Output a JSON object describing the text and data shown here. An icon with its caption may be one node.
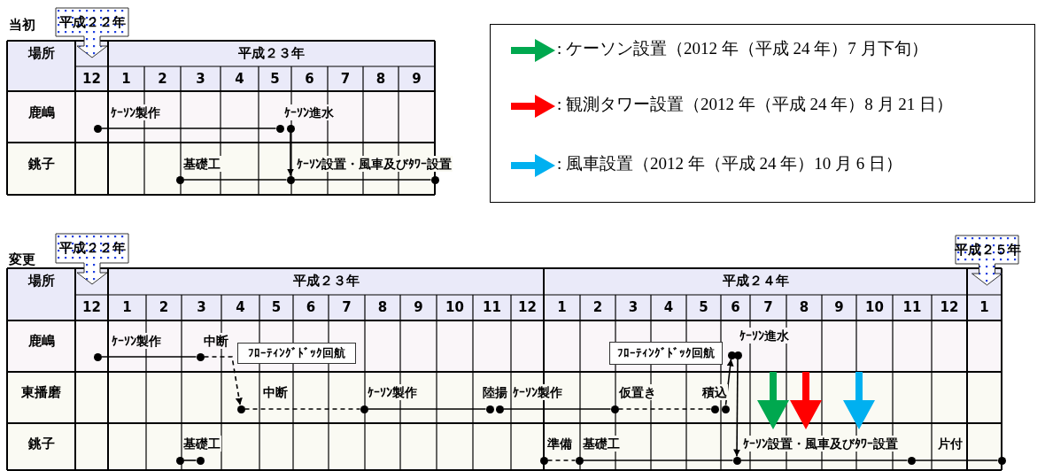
{
  "diagram": {
    "nodes": [
      {
        "text": [
          "平成２２年"
        ]
      },
      {
        "text": [
          "平成２２年"
        ]
      },
      {
        "text": [
          "平成２５年"
        ]
      },
      {
        "text": [
          "ﾌﾛｰﾃｨﾝｸﾞﾄﾞｯｸ回航"
        ]
      },
      {
        "text": [
          "ﾌﾛｰﾃｨﾝｸﾞﾄﾞｯｸ回航"
        ]
      },
      {
        "text": [],
        "shape": "circle"
      },
      {
        "text": [],
        "shape": "circle"
      },
      {
        "text": [],
        "shape": "circle"
      },
      {
        "text": [],
        "shape": "circle"
      },
      {
        "text": [],
        "shape": "circle"
      },
      {
        "text": [],
        "shape": "circle"
      },
      {
        "text": [],
        "shape": "circle"
      },
      {
        "text": [],
        "shape": "circle"
      },
      {
        "text": [],
        "shape": "circle"
      },
      {
        "text": [],
        "shape": "circle"
      },
      {
        "text": [],
        "shape": "circle"
      },
      {
        "text": [],
        "shape": "circle"
      },
      {
        "text": [],
        "shape": "circle"
      },
      {
        "text": [],
        "shape": "circle"
      },
      {
        "text": [],
        "shape": "circle"
      },
      {
        "text": [],
        "shape": "circle"
      },
      {
        "text": [],
        "shape": "circle"
      },
      {
        "text": [],
        "shape": "circle"
      },
      {
        "text": [],
        "shape": "circle"
      },
      {
        "text": [],
        "shape": "circle"
      },
      {
        "text": [],
        "shape": "circle"
      },
      {
        "text": [],
        "shape": "circle"
      },
      {
        "text": [],
        "shape": "circle"
      },
      {
        "text": [],
        "shape": "circle"
      }
    ],
    "edges": [
      {
        "from": 5,
        "to": 6,
        "arrow": "none"
      },
      {
        "from": 7,
        "to": 9,
        "arrow": "to"
      },
      {
        "from": 8,
        "to": 9,
        "arrow": "none"
      },
      {
        "from": 9,
        "to": 10,
        "arrow": "none"
      },
      {
        "from": 11,
        "to": 12,
        "arrow": "none"
      },
      {
        "from": 12,
        "to": 15,
        "arrow": "to",
        "style": "dashed"
      },
      {
        "from": 15,
        "to": 16,
        "arrow": "none",
        "style": "dashed"
      },
      {
        "from": 16,
        "to": 17,
        "arrow": "none"
      },
      {
        "from": 18,
        "to": 19,
        "arrow": "none"
      },
      {
        "from": 19,
        "to": 20,
        "arrow": "none",
        "style": "dashed"
      },
      {
        "from": 21,
        "to": 13,
        "arrow": "to"
      },
      {
        "from": 14,
        "to": 26,
        "arrow": "to"
      },
      {
        "from": 22,
        "to": 23,
        "arrow": "none"
      },
      {
        "from": 24,
        "to": 25,
        "arrow": "none",
        "style": "dashed"
      },
      {
        "from": 25,
        "to": 26,
        "arrow": "none"
      },
      {
        "from": 26,
        "to": 27,
        "arrow": "none"
      },
      {
        "from": 27,
        "to": 28,
        "arrow": "none"
      }
    ],
    "labels": [
      "当初",
      "場所",
      "平成２３年",
      "12",
      "1",
      "2",
      "3",
      "4",
      "5",
      "6",
      "7",
      "8",
      "9",
      "鹿嶋",
      "ｹｰｿﾝ製作",
      "ｹｰｿﾝ進水",
      "銚子",
      "基礎工",
      "ｹｰｿﾝ設置・風車及びﾀﾜｰ設置",
      "変更",
      "場所",
      "平成２３年",
      "平成２４年",
      "12",
      "1",
      "2",
      "3",
      "4",
      "5",
      "6",
      "7",
      "8",
      "9",
      "10",
      "11",
      "12",
      "1",
      "2",
      "3",
      "4",
      "5",
      "6",
      "7",
      "8",
      "9",
      "10",
      "11",
      "12",
      "1",
      "鹿嶋",
      "ｹｰｿﾝ製作",
      "中断",
      "ｹｰｿﾝ進水",
      "東播磨",
      "中断",
      "ｹｰｿﾝ製作",
      "陸揚",
      "ｹｰｿﾝ製作",
      "仮置き",
      "積込",
      "銚子",
      "基礎工",
      "準備",
      "基礎工",
      "ｹｰｿﾝ設置・風車及びﾀﾜｰ設置",
      "片付"
    ],
    "legend": [
      {
        "text": ": ケーソン設置（2012 年（平成 24 年）7 月下旬）",
        "color": "#00a84f"
      },
      {
        "text": ": 観測タワー設置（2012 年（平成 24 年）8 月 21 日）",
        "color": "#ff0000"
      },
      {
        "text": ": 風車設置（2012 年（平成 24 年）10 月 6 日）",
        "color": "#00b0f0"
      }
    ]
  }
}
